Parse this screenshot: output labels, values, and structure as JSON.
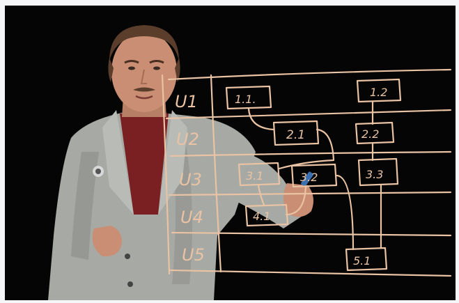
{
  "board": {
    "ink_color": "#e9c3a3",
    "rows": [
      {
        "label": "U1"
      },
      {
        "label": "U2"
      },
      {
        "label": "U3"
      },
      {
        "label": "U4"
      },
      {
        "label": "U5"
      }
    ],
    "boxes": [
      {
        "label": "1.1."
      },
      {
        "label": "1.2"
      },
      {
        "label": "2.1"
      },
      {
        "label": "2.2"
      },
      {
        "label": "3.1"
      },
      {
        "label": "3.2"
      },
      {
        "label": "3.3"
      },
      {
        "label": "4.1"
      },
      {
        "label": "5.1"
      }
    ]
  },
  "colors": {
    "background": "#050505",
    "jacket": "#a7a9a4",
    "shirt": "#7a1f22",
    "skin": "#c98e73",
    "hair": "#5a3d2a"
  }
}
